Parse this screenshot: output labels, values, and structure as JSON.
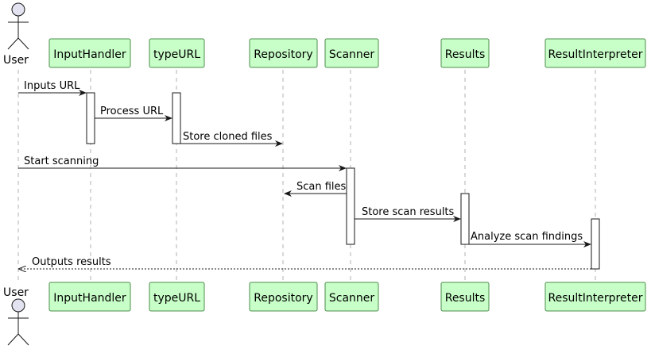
{
  "actor": {
    "label": "User"
  },
  "participants": [
    {
      "id": "inputhandler",
      "label": "InputHandler"
    },
    {
      "id": "typeurl",
      "label": "typeURL"
    },
    {
      "id": "repository",
      "label": "Repository"
    },
    {
      "id": "scanner",
      "label": "Scanner"
    },
    {
      "id": "results",
      "label": "Results"
    },
    {
      "id": "resultinterpreter",
      "label": "ResultInterpreter"
    }
  ],
  "messages": [
    {
      "from": "user",
      "to": "inputhandler",
      "label": "Inputs URL",
      "style": "solid"
    },
    {
      "from": "inputhandler",
      "to": "typeurl",
      "label": "Process URL",
      "style": "solid"
    },
    {
      "from": "typeurl",
      "to": "repository",
      "label": "Store cloned files",
      "style": "solid"
    },
    {
      "from": "user",
      "to": "scanner",
      "label": "Start scanning",
      "style": "solid"
    },
    {
      "from": "scanner",
      "to": "repository",
      "label": "Scan files",
      "style": "solid"
    },
    {
      "from": "scanner",
      "to": "results",
      "label": "Store scan results",
      "style": "solid"
    },
    {
      "from": "results",
      "to": "resultinterpreter",
      "label": "Analyze scan findings",
      "style": "solid"
    },
    {
      "from": "resultinterpreter",
      "to": "user",
      "label": "Outputs results",
      "style": "dashed"
    }
  ],
  "colors": {
    "participant_fill": "#c8ffc8",
    "participant_border": "#4c8c4c",
    "actor_fill": "#e2e2f0",
    "actor_border": "#181818",
    "lifeline": "#b0b0b0",
    "arrow": "#181818",
    "activation_fill": "#ffffff",
    "text": "#000000"
  }
}
